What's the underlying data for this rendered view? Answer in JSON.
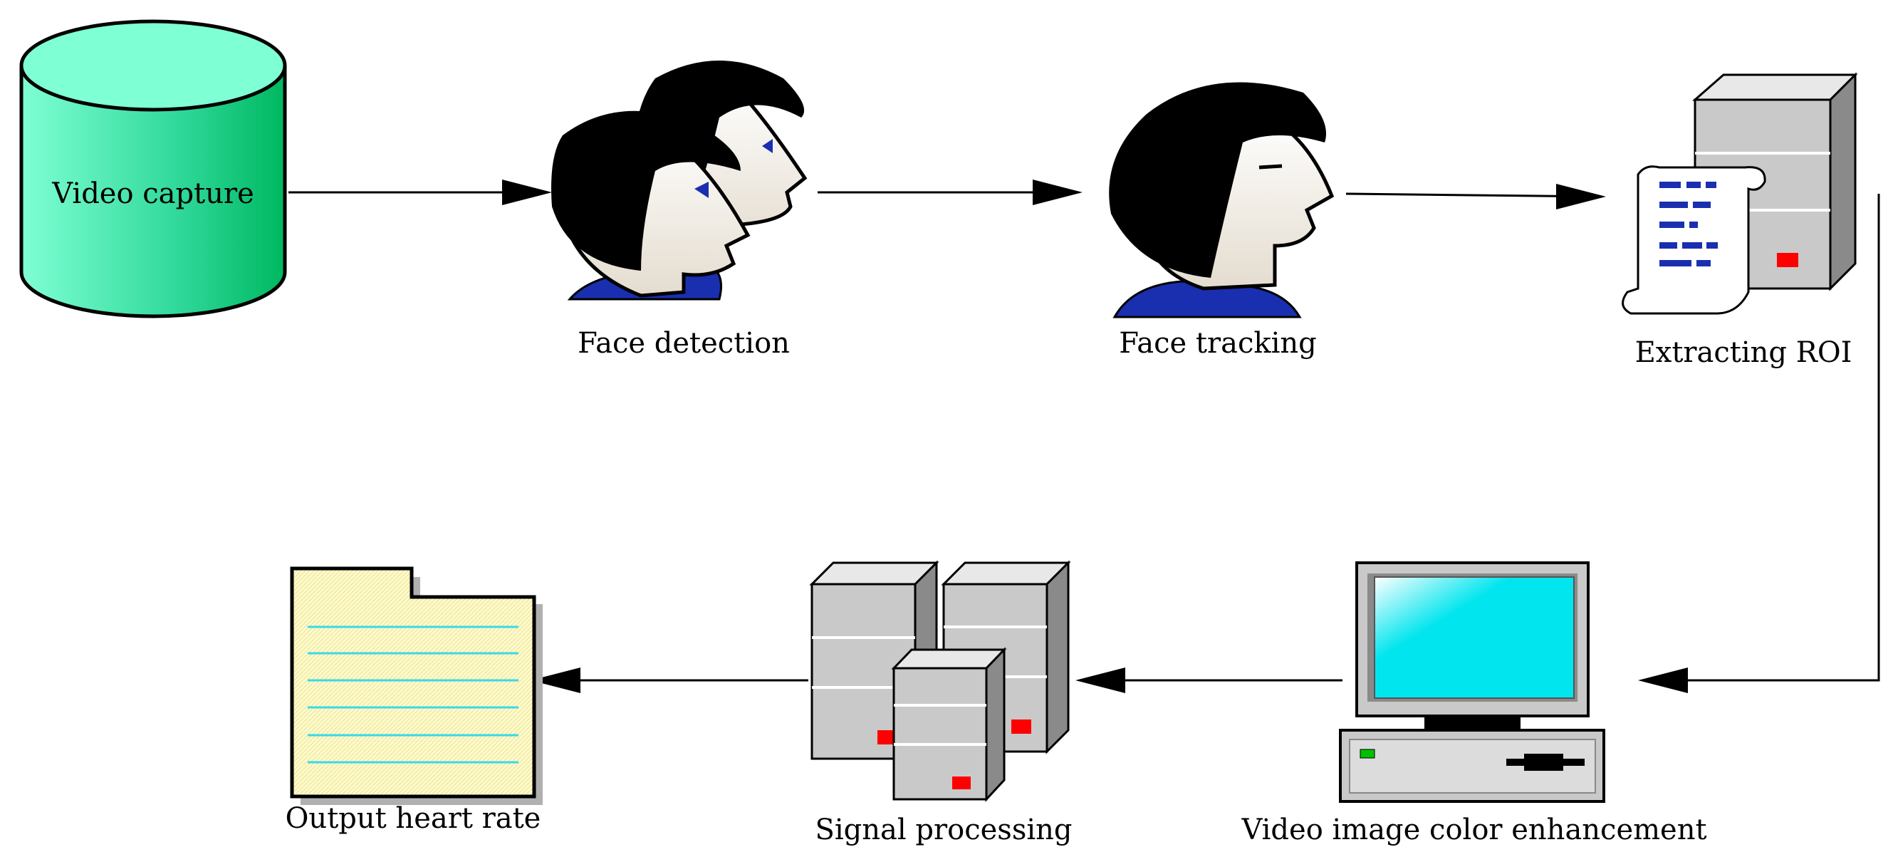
{
  "nodes": {
    "video_capture": {
      "label": "Video capture"
    },
    "face_detection": {
      "label": "Face detection"
    },
    "face_tracking": {
      "label": "Face tracking"
    },
    "extracting_roi": {
      "label": "Extracting ROI"
    },
    "color_enhancement": {
      "label": "Video image color enhancement"
    },
    "signal_processing": {
      "label": "Signal processing"
    },
    "output_heart_rate": {
      "label": "Output heart rate"
    }
  },
  "colors": {
    "cylinder": "#3fe0a6",
    "hair": "#000000",
    "shirt": "#1a2fb0",
    "skin": "#f2ede6",
    "server": "#c9c9c9",
    "led": "#ff0000",
    "screen": "#00e5ee",
    "note": "#fffbc8",
    "note_lines": "#39d9e8"
  },
  "icons": {
    "video_capture": "database-cylinder-icon",
    "face_detection": "two-faces-icon",
    "face_tracking": "face-icon",
    "extracting_roi": "server-document-icon",
    "color_enhancement": "desktop-computer-icon",
    "signal_processing": "server-cluster-icon",
    "output_heart_rate": "folder-document-icon"
  }
}
